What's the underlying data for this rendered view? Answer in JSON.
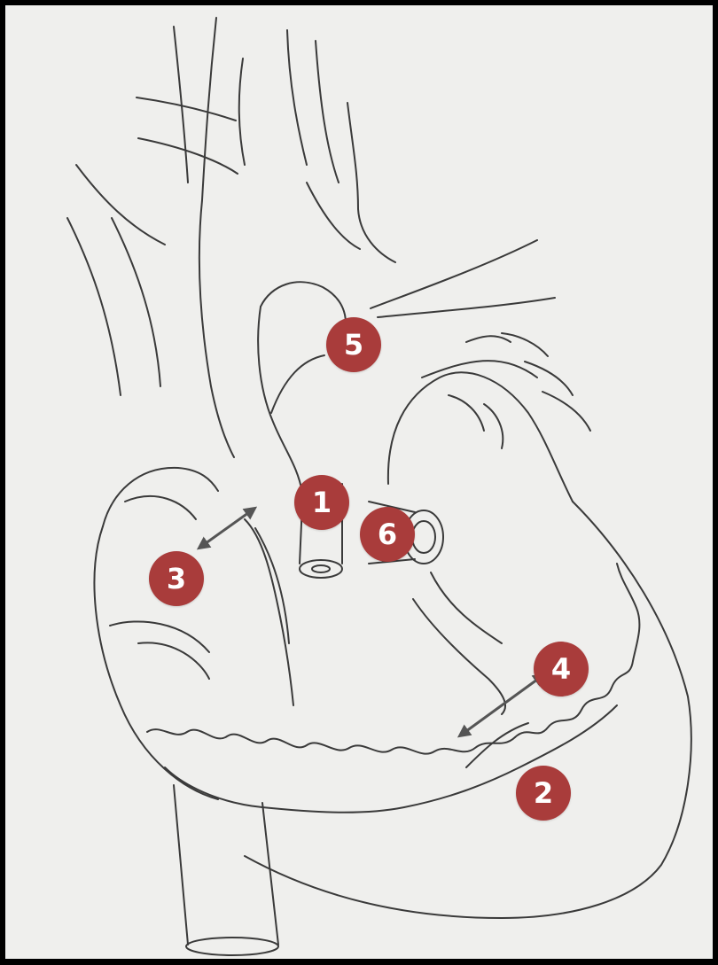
{
  "colors": {
    "frame": "#000000",
    "paper": "#efefed",
    "ink": "#3a3a3a",
    "badge": "#a93c3b",
    "badge_text": "#ffffff"
  },
  "markers": [
    {
      "id": "1",
      "label": "1"
    },
    {
      "id": "2",
      "label": "2"
    },
    {
      "id": "3",
      "label": "3"
    },
    {
      "id": "4",
      "label": "4"
    },
    {
      "id": "5",
      "label": "5"
    },
    {
      "id": "6",
      "label": "6"
    }
  ],
  "arrows": [
    {
      "id": "arrow-3",
      "style": "double-headed"
    },
    {
      "id": "arrow-4",
      "style": "double-headed"
    }
  ]
}
